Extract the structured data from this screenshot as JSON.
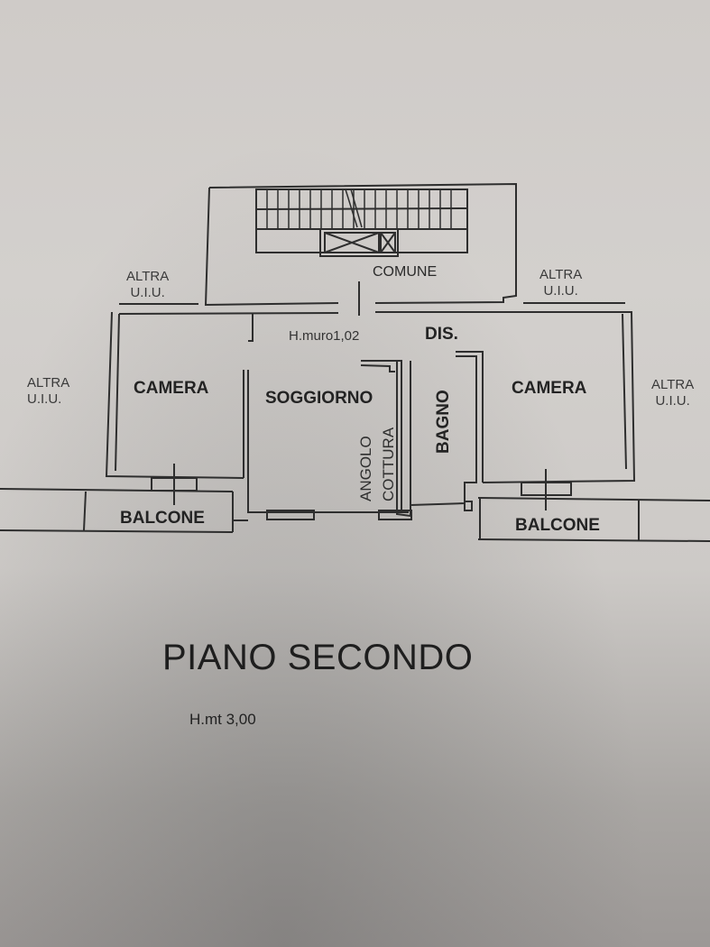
{
  "plan": {
    "title": "PIANO SECONDO",
    "height_note": "H.mt 3,00",
    "wall_note": "H.muro1,02",
    "rooms": {
      "comune": "COMUNE",
      "camera_left": "CAMERA",
      "camera_right": "CAMERA",
      "soggiorno": "SOGGIORNO",
      "angolo": "ANGOLO",
      "cottura": "COTTURA",
      "bagno": "BAGNO",
      "dis": "DIS.",
      "balcone_left": "BALCONE",
      "balcone_right": "BALCONE"
    },
    "neighbors": {
      "top_left": [
        "ALTRA",
        "U.I.U."
      ],
      "top_right": [
        "ALTRA",
        "U.I.U."
      ],
      "left": [
        "ALTRA",
        "U.I.U."
      ],
      "right": [
        "ALTRA",
        "U.I.U."
      ]
    },
    "colors": {
      "line": "#2b2b2b",
      "paper": "#d0cdca"
    }
  }
}
